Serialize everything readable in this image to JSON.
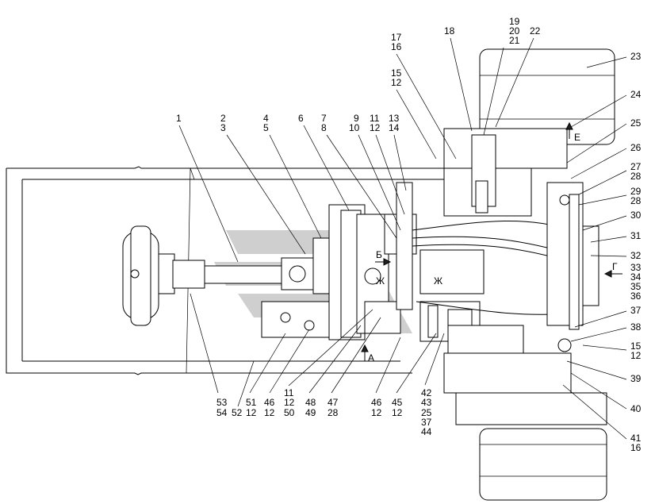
{
  "callouts": {
    "c1": "1",
    "c2": "2",
    "c3": "3",
    "c4": "4",
    "c5": "5",
    "c6": "6",
    "c7": "7",
    "c8": "8",
    "c9": "9",
    "c10": "10",
    "c11a": "11",
    "c12a": "12",
    "c13": "13",
    "c14": "14",
    "c15a": "15",
    "c12b": "12",
    "c17": "17",
    "c16a": "16",
    "c18": "18",
    "c19": "19",
    "c20": "20",
    "c21": "21",
    "c22": "22",
    "c23": "23",
    "c24": "24",
    "c25": "25",
    "c26": "26",
    "c27": "27",
    "c28a": "28",
    "c29": "29",
    "c28b": "28",
    "c30": "30",
    "c31": "31",
    "c32": "32",
    "c33": "33",
    "c34": "34",
    "c35": "35",
    "c36": "36",
    "c37": "37",
    "c38": "38",
    "c15b": "15",
    "c12c": "12",
    "c39": "39",
    "c40": "40",
    "c41": "41",
    "c16b": "16",
    "c53": "53",
    "c54": "54",
    "c52": "52",
    "c51": "51",
    "c12d": "12",
    "c46a": "46",
    "c12e": "12",
    "c11b": "11",
    "c12f": "12",
    "c50": "50",
    "c48": "48",
    "c49": "49",
    "c47": "47",
    "c28c": "28",
    "c46b": "46",
    "c12g": "12",
    "c45": "45",
    "c12h": "12",
    "c42": "42",
    "c43": "43",
    "c25b": "25",
    "c37b": "37",
    "c44": "44"
  },
  "view_letters": {
    "a": "А",
    "b": "Б",
    "g": "Г",
    "e": "Е",
    "zh1": "Ж",
    "zh2": "Ж"
  },
  "colors": {
    "line": "#000000",
    "watermark": "#bfbfbf"
  }
}
